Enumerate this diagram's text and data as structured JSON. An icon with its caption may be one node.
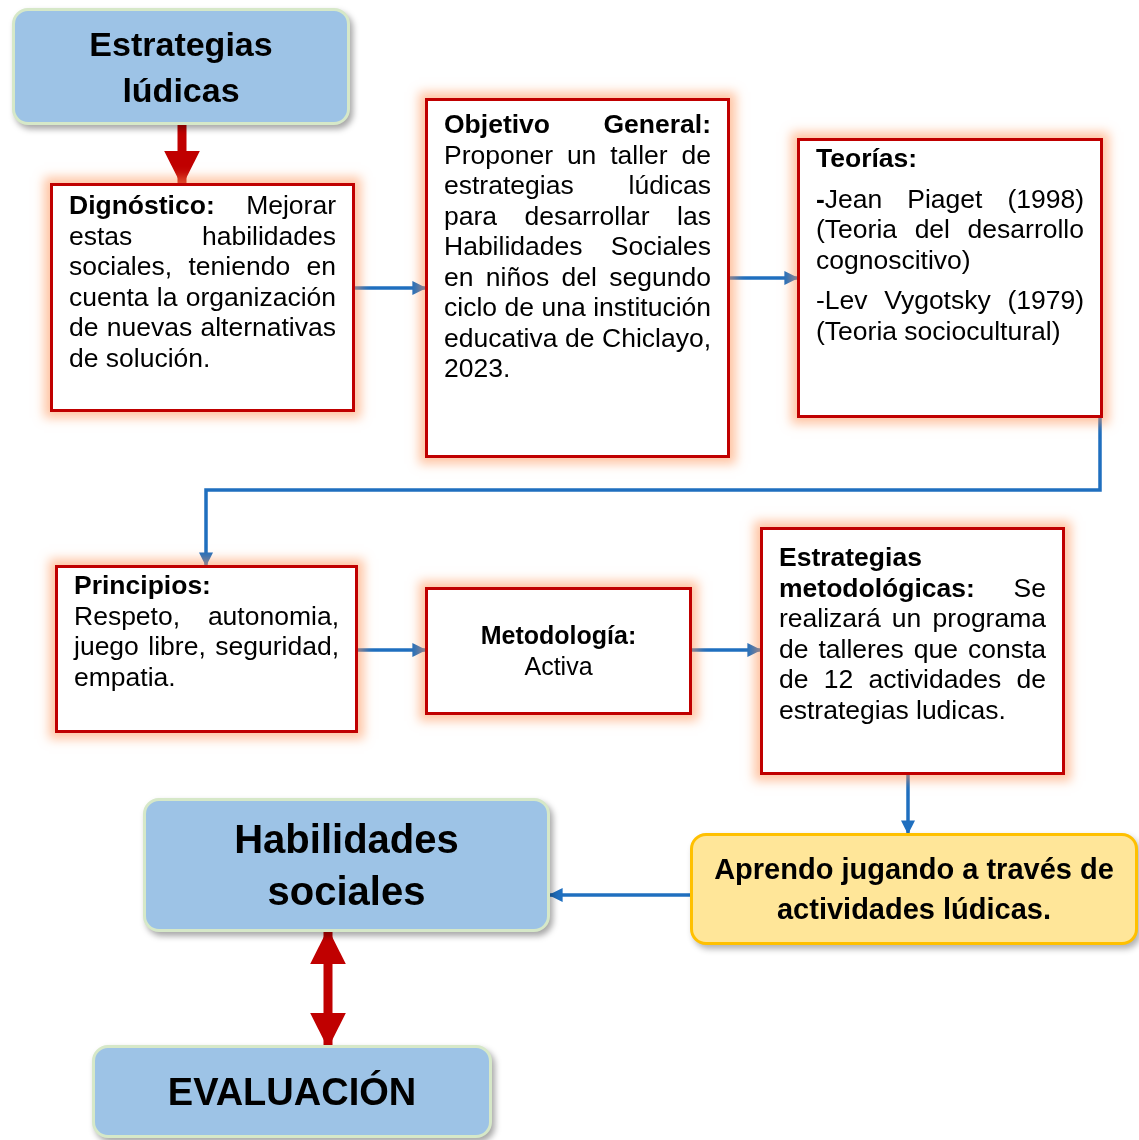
{
  "diagram": {
    "nodes": [
      {
        "text": [
          "Estrategias lúdicas"
        ]
      },
      {
        "text": [
          "**Dignóstico:** Mejorar estas habilidades sociales, teniendo en cuenta la organización de nuevas alternativas de solución."
        ]
      },
      {
        "text": [
          "**Objetivo General:** Proponer un taller de estrategias lúdicas para desarrollar las Habilidades Sociales en niños del segundo ciclo de una institución educativa de Chiclayo, 2023."
        ]
      },
      {
        "text": [
          "Teorías:",
          "**-**Jean Piaget (1998) (Teoria del desarrollo cognoscitivo)",
          "-Lev Vygotsky (1979) (Teoria sociocultural)"
        ]
      },
      {
        "text": [
          "Principios:",
          "Respeto, autonomia, juego libre, seguridad, empatia."
        ]
      },
      {
        "text": [
          "Metodología:",
          "Activa"
        ]
      },
      {
        "text": [
          "**Estrategias metodológicas:** Se realizará un programa de talleres que consta de 12 actividades de estrategias ludicas."
        ]
      },
      {
        "text": [
          "Aprendo jugando a través de actividades lúdicas."
        ]
      },
      {
        "text": [
          "Habilidades sociales"
        ]
      },
      {
        "text": [
          "EVALUACIÓN"
        ]
      }
    ],
    "edges": [
      {
        "from": 0,
        "to": 1,
        "arrow": "to",
        "style": "thick",
        "color": "#c00000"
      },
      {
        "from": 1,
        "to": 2,
        "arrow": "to"
      },
      {
        "from": 2,
        "to": 3,
        "arrow": "to"
      },
      {
        "from": 3,
        "to": 4,
        "arrow": "to"
      },
      {
        "from": 4,
        "to": 5,
        "arrow": "to"
      },
      {
        "from": 5,
        "to": 6,
        "arrow": "to"
      },
      {
        "from": 6,
        "to": 7,
        "arrow": "to"
      },
      {
        "from": 7,
        "to": 8,
        "arrow": "to"
      },
      {
        "from": 8,
        "to": 9,
        "arrow": "both",
        "style": "thick",
        "color": "#c00000"
      }
    ]
  }
}
